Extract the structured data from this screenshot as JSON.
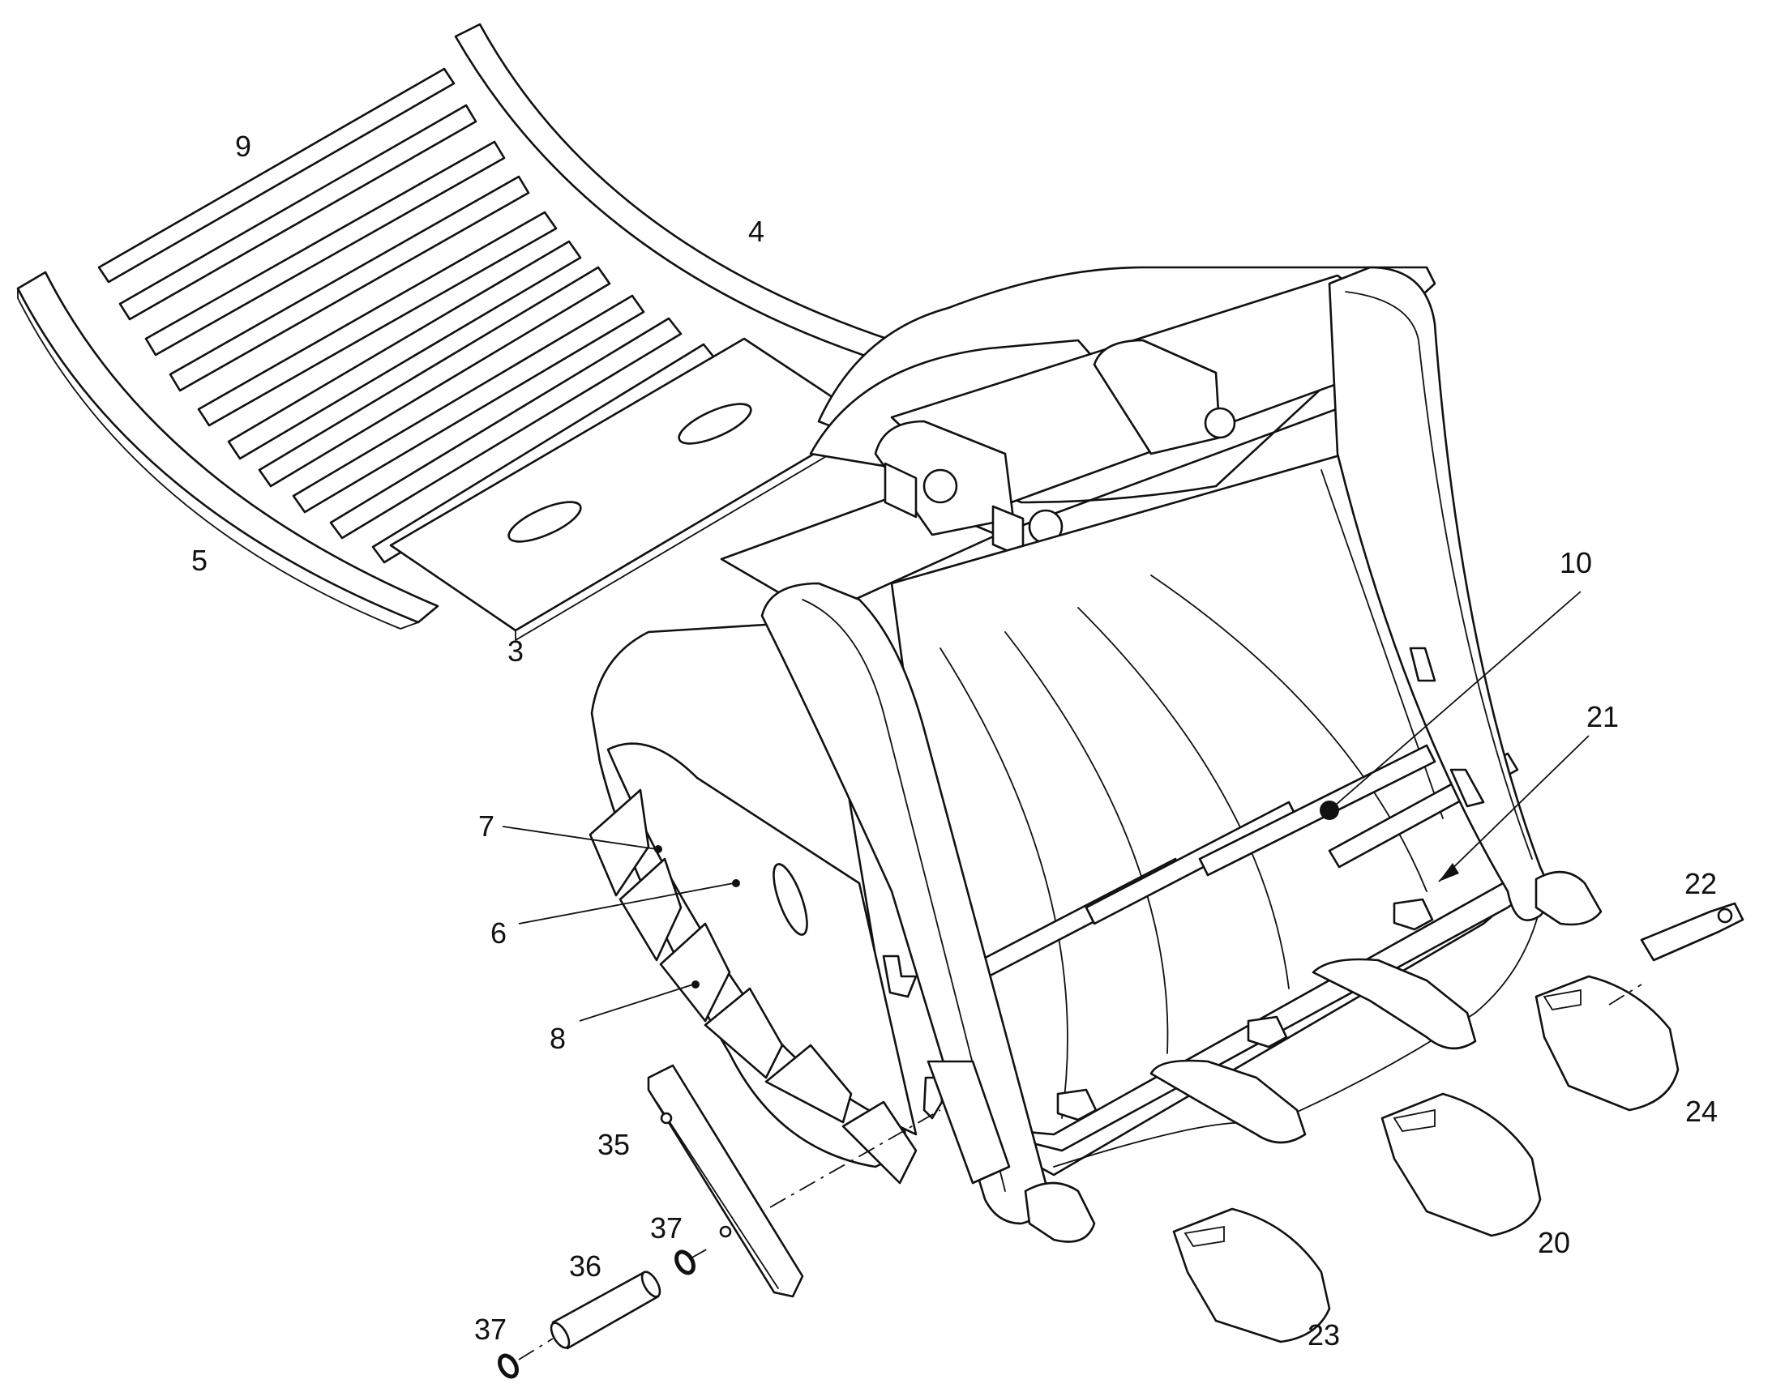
{
  "diagram": {
    "colors": {
      "line": "#111111",
      "background": "#ffffff"
    },
    "callouts": [
      {
        "id": "c9",
        "text": "9"
      },
      {
        "id": "c4",
        "text": "4"
      },
      {
        "id": "c5",
        "text": "5"
      },
      {
        "id": "c3",
        "text": "3"
      },
      {
        "id": "c10",
        "text": "10"
      },
      {
        "id": "c21",
        "text": "21"
      },
      {
        "id": "c7",
        "text": "7"
      },
      {
        "id": "c6",
        "text": "6"
      },
      {
        "id": "c8",
        "text": "8"
      },
      {
        "id": "c22",
        "text": "22"
      },
      {
        "id": "c24",
        "text": "24"
      },
      {
        "id": "c35",
        "text": "35"
      },
      {
        "id": "c37a",
        "text": "37"
      },
      {
        "id": "c36",
        "text": "36"
      },
      {
        "id": "c37b",
        "text": "37"
      },
      {
        "id": "c20",
        "text": "20"
      },
      {
        "id": "c23",
        "text": "23"
      }
    ]
  }
}
